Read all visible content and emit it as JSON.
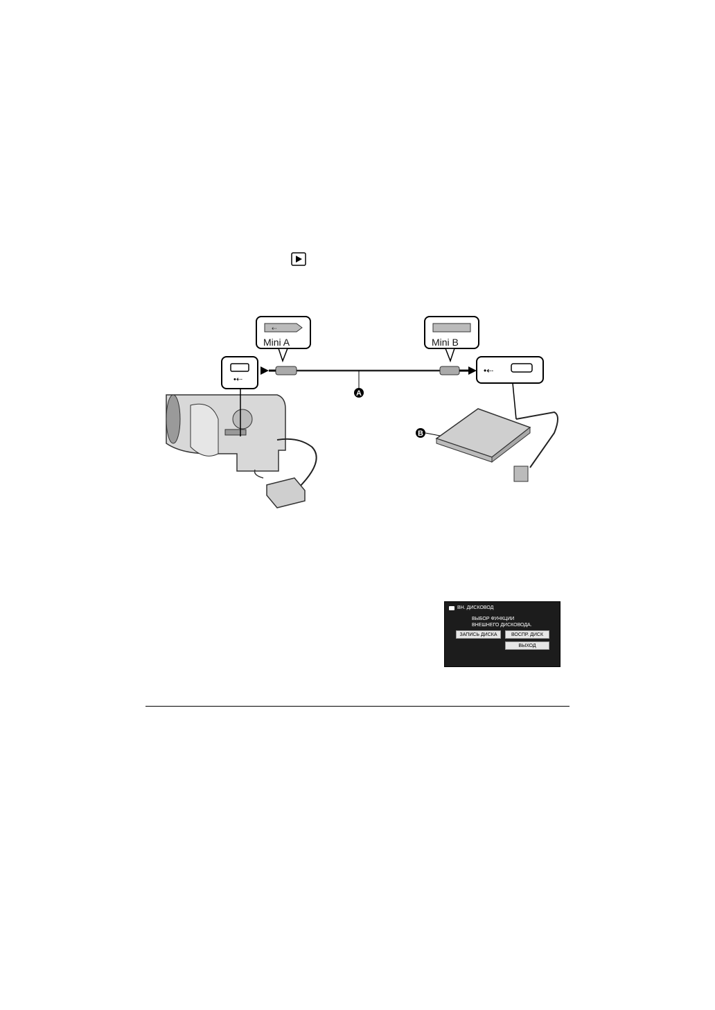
{
  "diagram": {
    "connector_a_label": "Mini A",
    "connector_b_label": "Mini B",
    "badge_a": "A",
    "badge_b": "B"
  },
  "menu_screen": {
    "header": "ВН. ДИСКОВОД",
    "message_line1": "ВЫБОР ФУНКЦИИ",
    "message_line2": "ВНЕШНЕГО ДИСКОВОДА.",
    "buttons": {
      "record": "ЗАПИСЬ ДИСКА",
      "play": "ВОСПР. ДИСК",
      "exit": "ВЫХОД"
    }
  }
}
